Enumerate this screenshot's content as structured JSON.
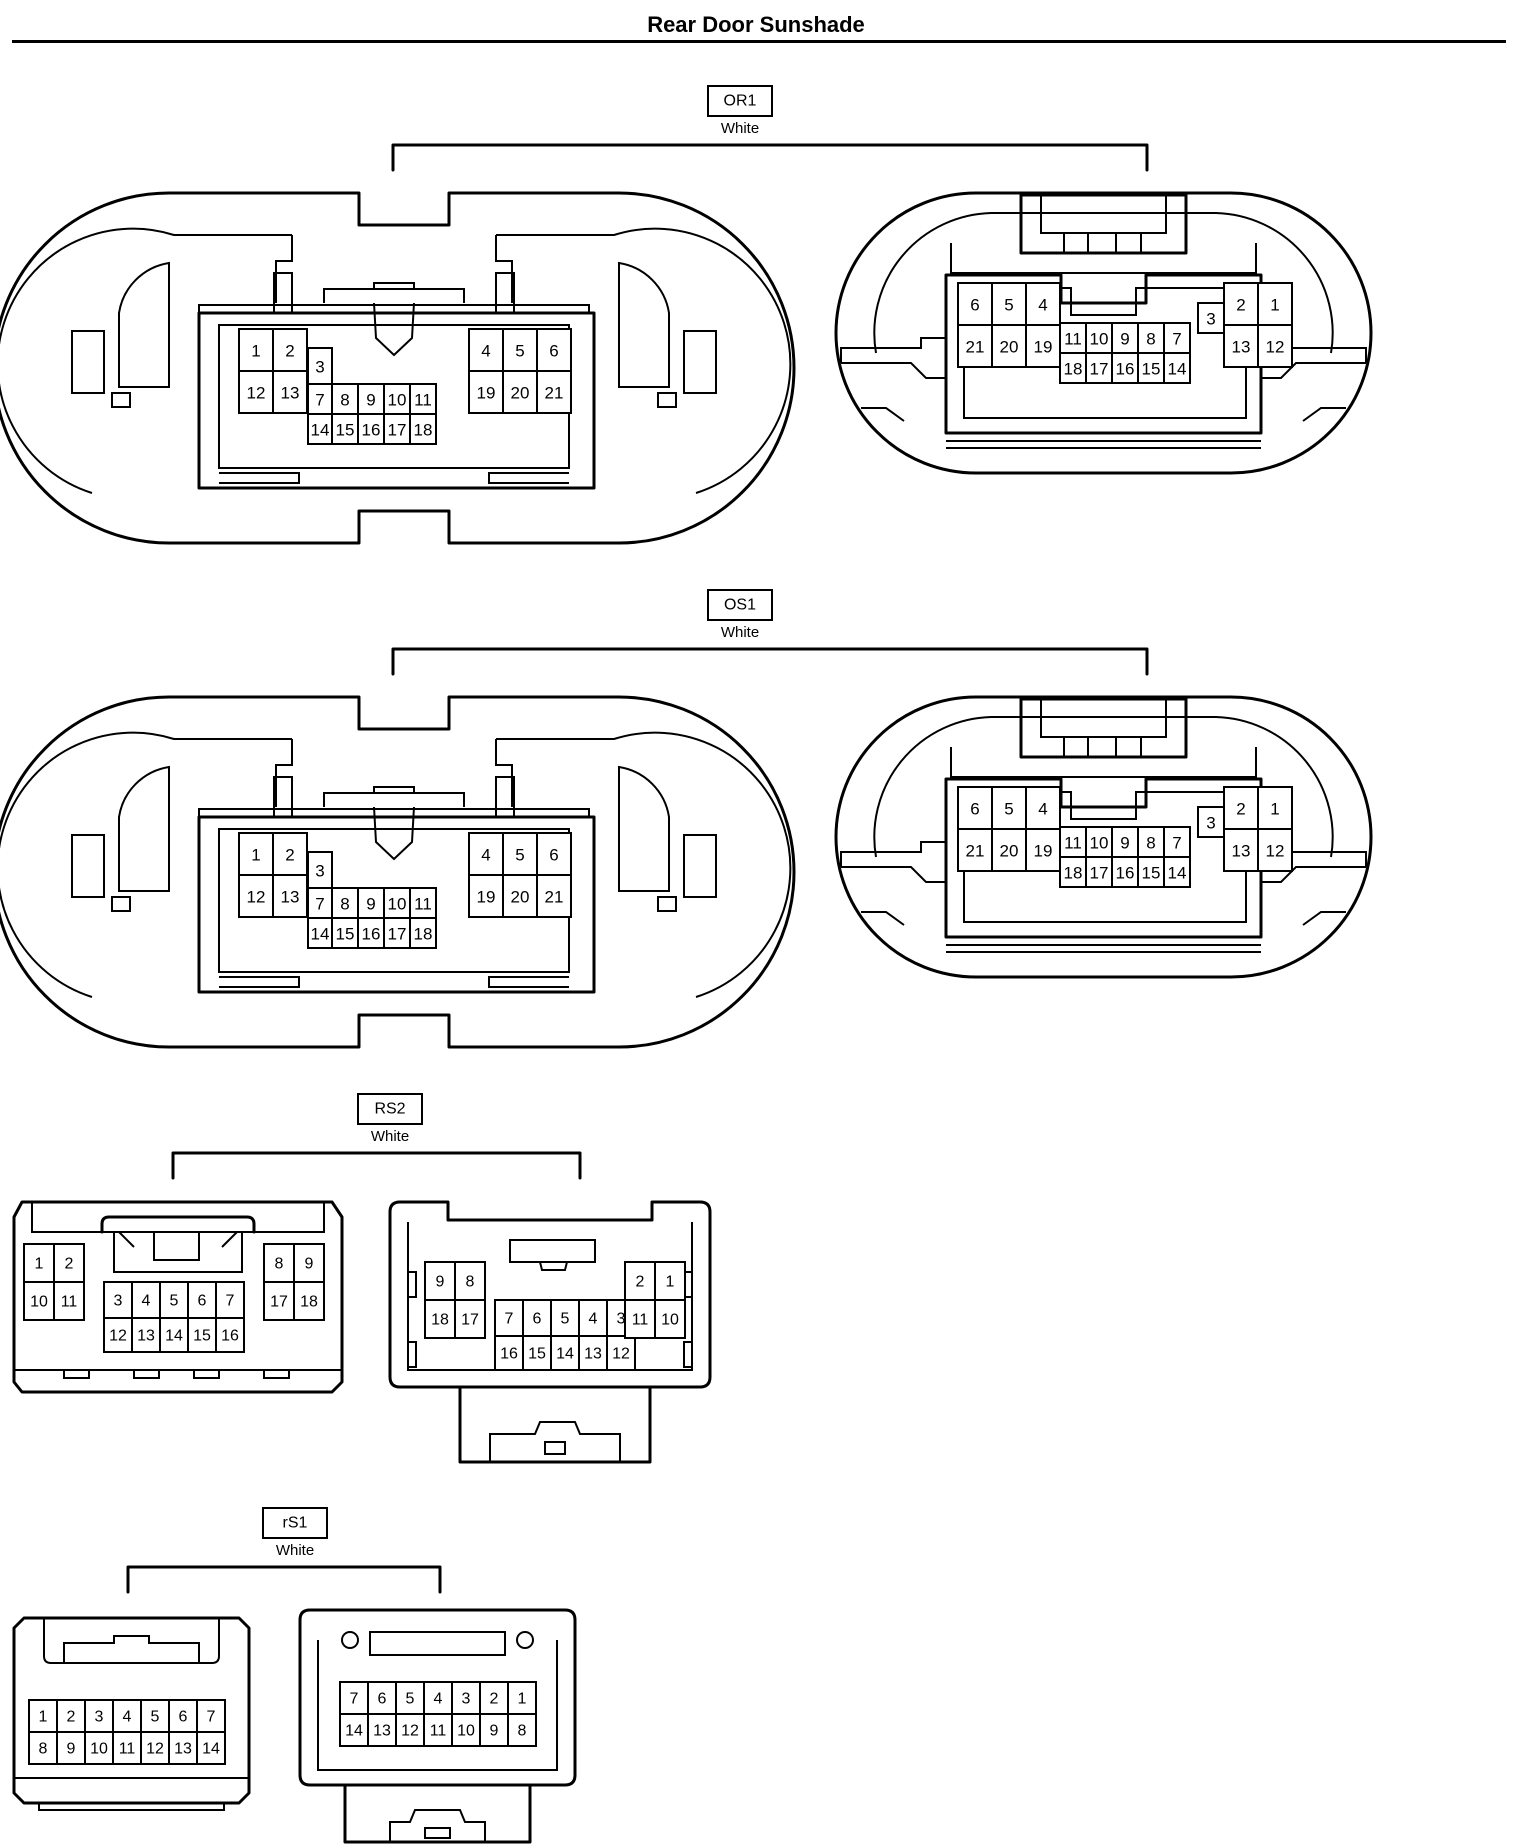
{
  "title": "Rear Door Sunshade",
  "connectors": [
    {
      "code": "OR1",
      "color": "White"
    },
    {
      "code": "OS1",
      "color": "White"
    },
    {
      "code": "RS2",
      "color": "White"
    },
    {
      "code": "rS1",
      "color": "White"
    }
  ],
  "large_connector_pins": {
    "female": [
      "1",
      "2",
      "3",
      "4",
      "5",
      "6",
      "12",
      "13",
      "7",
      "8",
      "9",
      "10",
      "11",
      "19",
      "20",
      "21",
      "14",
      "15",
      "16",
      "17",
      "18"
    ],
    "male": [
      "6",
      "5",
      "4",
      "21",
      "20",
      "19",
      "11",
      "10",
      "9",
      "8",
      "7",
      "3",
      "2",
      "1",
      "13",
      "12",
      "18",
      "17",
      "16",
      "15",
      "14"
    ]
  },
  "rs2_pins": {
    "female": [
      "1",
      "2",
      "10",
      "11",
      "3",
      "4",
      "5",
      "6",
      "7",
      "12",
      "13",
      "14",
      "15",
      "16",
      "8",
      "9",
      "17",
      "18"
    ],
    "male": [
      "9",
      "8",
      "18",
      "17",
      "7",
      "6",
      "5",
      "4",
      "3",
      "16",
      "15",
      "14",
      "13",
      "12",
      "2",
      "1",
      "11",
      "10"
    ]
  },
  "rs1_pins": {
    "female": [
      "1",
      "2",
      "3",
      "4",
      "5",
      "6",
      "7",
      "8",
      "9",
      "10",
      "11",
      "12",
      "13",
      "14"
    ],
    "male": [
      "7",
      "6",
      "5",
      "4",
      "3",
      "2",
      "1",
      "14",
      "13",
      "12",
      "11",
      "10",
      "9",
      "8"
    ]
  }
}
